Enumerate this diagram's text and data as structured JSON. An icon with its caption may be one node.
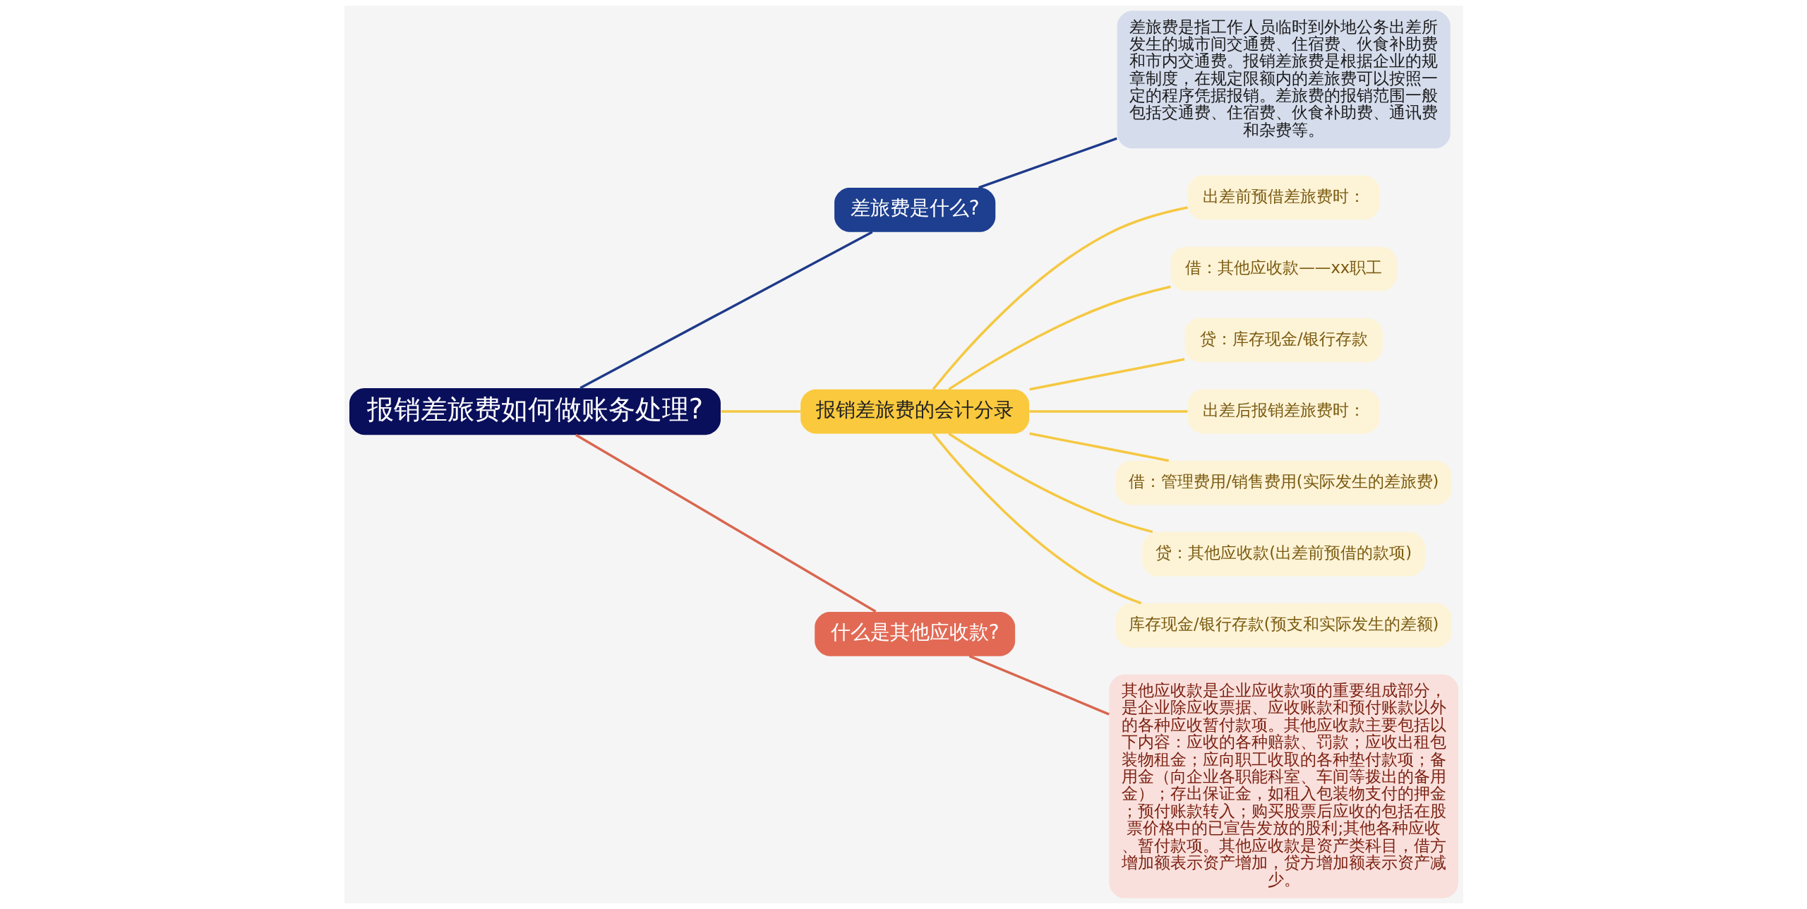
{
  "diagram": {
    "nodes": [
      {
        "text": [
          "报销差旅费如何做账务处理?"
        ]
      },
      {
        "text": [
          "差旅费是什么?"
        ]
      },
      {
        "text": [
          "差旅费是指工作人员临时到外地公务出差所发生的城市间交通费、住宿费、伙食补助费和市内交通费。报销差旅费是根据企业的规章制度，在规定限额内的差旅费可以按照一定的程序凭据报销。差旅费的报销范围一般包括交通费、住宿费、伙食补助费、通讯费和杂费等。"
        ]
      },
      {
        "text": [
          "报销差旅费的会计分录"
        ]
      },
      {
        "text": [
          "出差前预借差旅费时："
        ]
      },
      {
        "text": [
          "借：其他应收款——xx职工"
        ]
      },
      {
        "text": [
          "贷：库存现金/银行存款"
        ]
      },
      {
        "text": [
          "出差后报销差旅费时："
        ]
      },
      {
        "text": [
          "借：管理费用/销售费用(实际发生的差旅费)"
        ]
      },
      {
        "text": [
          "贷：其他应收款(出差前预借的款项)"
        ]
      },
      {
        "text": [
          "库存现金/银行存款(预支和实际发生的差额)"
        ]
      },
      {
        "text": [
          "什么是其他应收款?"
        ]
      },
      {
        "text": [
          "其他应收款是企业应收款项的重要组成部分，是企业除应收票据、应收账款和预付账款以外的各种应收暂付款项。其他应收款主要包括以下内容：应收的各种赔款、罚款；应收出租包装物租金；应向职工收取的各种垫付款项；备用金（向企业各职能科室、车间等拨出的备用金）；存出保证金，如租入包装物支付的押金；预付账款转入；购买股票后应收的包括在股票价格中的已宣告发放的股利;其他各种应收、暂付款项。其他应收款是资产类科目，借方增加额表示资产增加，贷方增加额表示资产减少。"
        ]
      }
    ],
    "edges": [
      {
        "from": 0,
        "to": 1,
        "arrow": "none",
        "color": "#1e3a8a"
      },
      {
        "from": 1,
        "to": 2,
        "arrow": "none",
        "color": "#1e3a8a"
      },
      {
        "from": 0,
        "to": 3,
        "arrow": "none"
      },
      {
        "from": 3,
        "to": 4,
        "arrow": "none"
      },
      {
        "from": 3,
        "to": 5,
        "arrow": "none"
      },
      {
        "from": 3,
        "to": 6,
        "arrow": "none"
      },
      {
        "from": 3,
        "to": 7,
        "arrow": "none"
      },
      {
        "from": 3,
        "to": 8,
        "arrow": "none"
      },
      {
        "from": 3,
        "to": 9,
        "arrow": "none"
      },
      {
        "from": 3,
        "to": 10,
        "arrow": "none"
      },
      {
        "from": 0,
        "to": 11,
        "arrow": "none",
        "color": "#d9664f"
      },
      {
        "from": 11,
        "to": 12,
        "arrow": "none",
        "color": "#d9664f"
      }
    ]
  }
}
